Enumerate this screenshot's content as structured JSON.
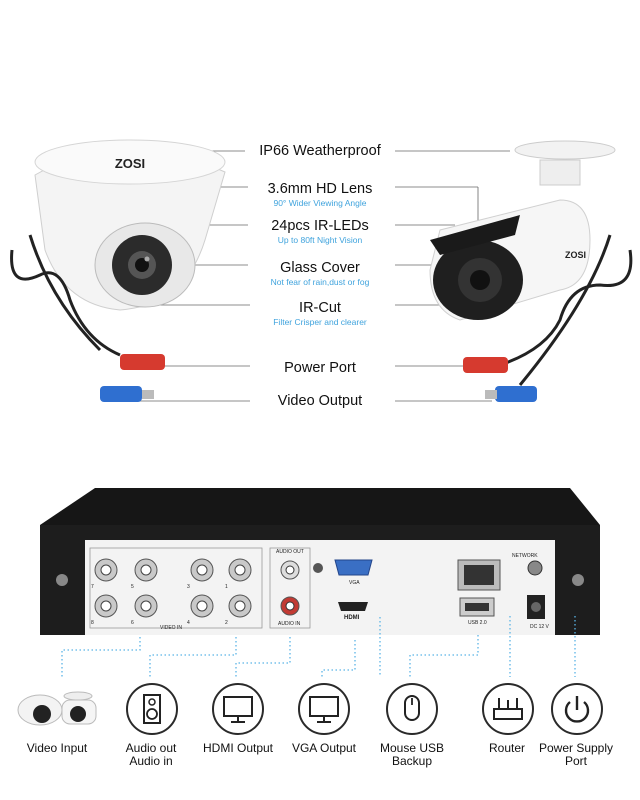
{
  "features": [
    {
      "title": "IP66 Weatherproof",
      "subtitle": ""
    },
    {
      "title": "3.6mm HD Lens",
      "subtitle": "90° Wider Viewing Angle"
    },
    {
      "title": "24pcs IR-LEDs",
      "subtitle": "Up to 80ft Night Vision"
    },
    {
      "title": "Glass Cover",
      "subtitle": "Not fear of rain,dust or fog"
    },
    {
      "title": "IR-Cut",
      "subtitle": "Filter Crisper and clearer"
    },
    {
      "title": "Power Port",
      "subtitle": ""
    },
    {
      "title": "Video Output",
      "subtitle": ""
    }
  ],
  "brand": "ZOSI",
  "dvr_labels": {
    "video_in": "VIDEO IN",
    "audio_out": "AUDIO OUT",
    "audio_in": "AUDIO IN",
    "vga": "VGA",
    "hdmi": "HDMI",
    "network": "NETWORK",
    "usb": "USB 2.0",
    "dc": "DC 12 V",
    "ports": [
      "7",
      "5",
      "3",
      "1",
      "8",
      "6",
      "4",
      "2"
    ]
  },
  "connections": [
    {
      "label": "Video Input",
      "icon": "camera-icon"
    },
    {
      "label": "Audio out Audio in",
      "icon": "speaker-icon"
    },
    {
      "label": "HDMI Output",
      "icon": "monitor-icon"
    },
    {
      "label": "VGA Output",
      "icon": "monitor-icon"
    },
    {
      "label": "Mouse USB Backup",
      "icon": "mouse-icon"
    },
    {
      "label": "Router",
      "icon": "router-icon"
    },
    {
      "label": "Power Supply Port",
      "icon": "power-icon"
    }
  ],
  "colors": {
    "accent": "#3fa3dd",
    "dvr_body": "#1b1b1b",
    "panel": "#f3f3f3",
    "bnc_blue": "#2f6fd0",
    "power_red": "#d63a2f"
  }
}
